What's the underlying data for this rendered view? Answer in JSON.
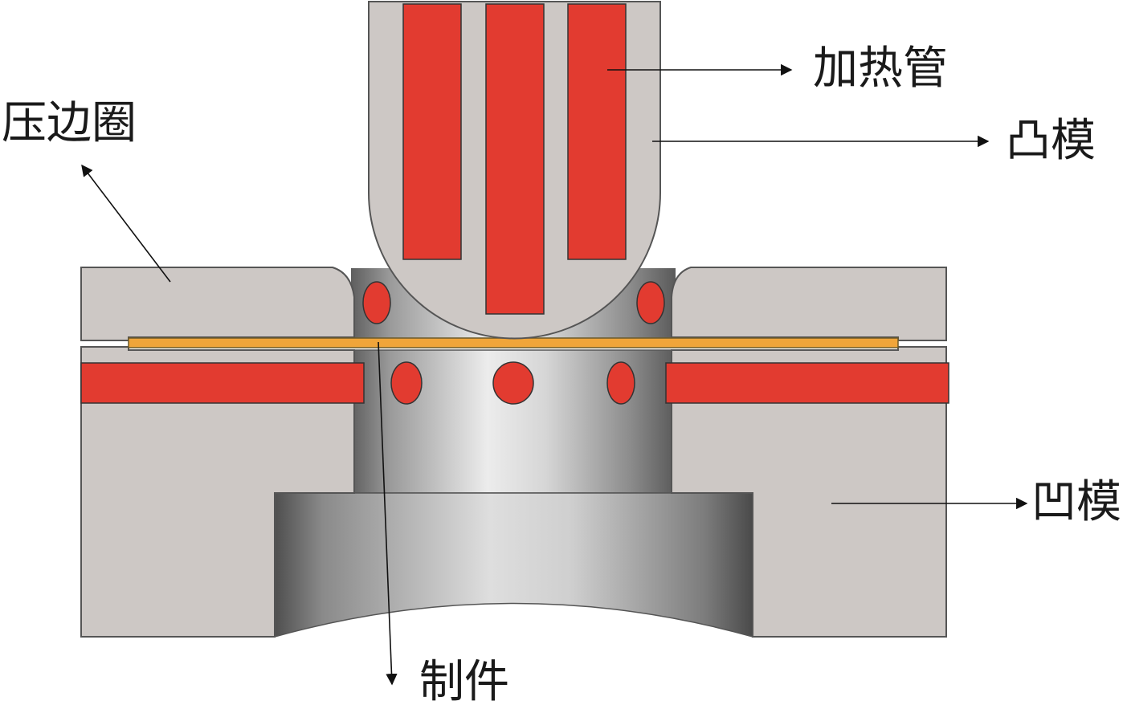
{
  "labels": {
    "heating_tube": "加热管",
    "punch": "凸模",
    "blank_holder": "压边圈",
    "die": "凹模",
    "workpiece": "制件"
  },
  "colors": {
    "steel_gray": "#cdc8c5",
    "outline": "#555555",
    "heating_red": "#e23b30",
    "workpiece_orange": "#f0a53a",
    "bore_light": "#e8e8e8",
    "bore_dark": "#6f6f6f"
  }
}
